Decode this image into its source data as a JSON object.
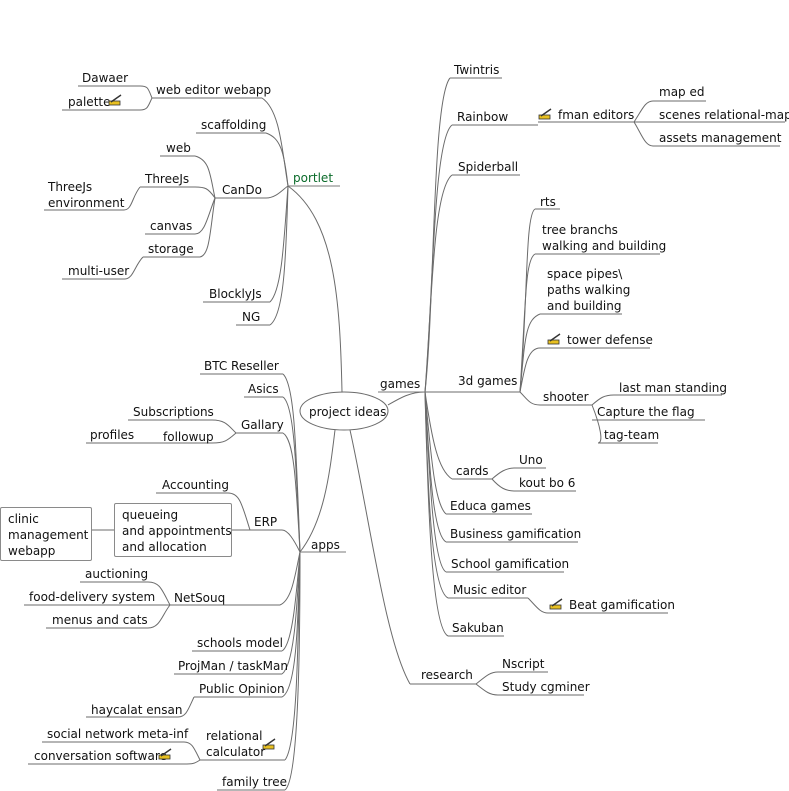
{
  "root": {
    "label": "project ideas"
  },
  "branches": {
    "portlet": {
      "label": "portlet",
      "web_editor": {
        "label": "web editor webapp",
        "children": [
          "Dawaer",
          "palette"
        ]
      },
      "scaffolding": "scaffolding",
      "cando": {
        "label": "CanDo",
        "web": "web",
        "threejs": {
          "label": "ThreeJs",
          "child": "ThreeJs\nenvironment"
        },
        "canvas": "canvas",
        "storage": {
          "label": "storage",
          "child": "multi-user"
        }
      },
      "blocklyjs": "BlocklyJs",
      "ng": "NG"
    },
    "apps": {
      "label": "apps",
      "btc": "BTC Reseller",
      "asics": "Asics",
      "gallary": {
        "label": "Gallary",
        "subscriptions": "Subscriptions",
        "followup": {
          "label": "followup",
          "child": "profiles"
        }
      },
      "erp": {
        "label": "ERP",
        "accounting": "Accounting",
        "queueing": {
          "label": "queueing\nand appointments\nand allocation",
          "child": "clinic\nmanagement\nwebapp"
        }
      },
      "netsouq": {
        "label": "NetSouq",
        "children": [
          "auctioning",
          "food-delivery system",
          "menus and cats"
        ]
      },
      "schools_model": "schools model",
      "projman": "ProjMan / taskMan",
      "public_opinion": {
        "label": "Public Opinion",
        "child": "haycalat ensan"
      },
      "relational": {
        "label": "relational\ncalculator",
        "children": [
          "social network meta-inf",
          "conversation software"
        ]
      },
      "family_tree": "family tree"
    },
    "games": {
      "label": "games",
      "twintris": "Twintris",
      "rainbow": {
        "label": "Rainbow",
        "fman": {
          "label": "fman editors",
          "children": [
            "map ed",
            "scenes relational-map",
            "assets management"
          ]
        }
      },
      "spiderball": "Spiderball",
      "games3d": {
        "label": "3d games",
        "rts": "rts",
        "tree": "tree branchs\nwalking and building",
        "space": "space pipes\\\npaths walking\nand building",
        "tower": "tower defense",
        "shooter": {
          "label": "shooter",
          "children": [
            "last man standing",
            "Capture the flag",
            "tag-team"
          ]
        }
      },
      "cards": {
        "label": "cards",
        "children": [
          "Uno",
          "kout bo 6"
        ]
      },
      "educa": "Educa games",
      "business": "Business gamification",
      "school": "School gamification",
      "music": {
        "label": "Music editor",
        "child": "Beat gamification"
      },
      "sakuban": "Sakuban"
    },
    "research": {
      "label": "research",
      "children": [
        "Nscript",
        "Study cgminer"
      ]
    }
  },
  "colors": {
    "line": "#6b6b6b",
    "underline": "#7a7a7a",
    "portlet_text": "#0a6b2a",
    "icon": "#e8c020"
  },
  "icon_names": [
    "pencil-icon"
  ]
}
